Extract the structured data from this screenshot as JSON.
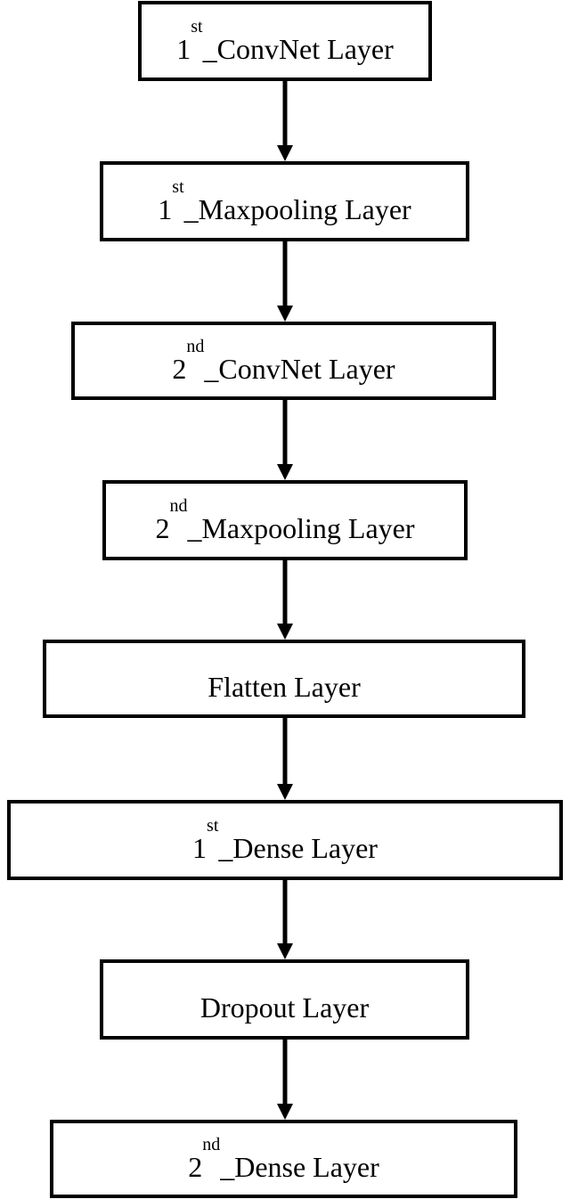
{
  "nodes": [
    {
      "id": "n1",
      "prefix": "1",
      "sup": "st",
      "label": "_ConvNet Layer"
    },
    {
      "id": "n2",
      "prefix": "1",
      "sup": "st",
      "label": "_Maxpooling Layer"
    },
    {
      "id": "n3",
      "prefix": "2",
      "sup": "nd",
      "label": "_ConvNet Layer"
    },
    {
      "id": "n4",
      "prefix": "2",
      "sup": "nd",
      "label": "_Maxpooling Layer"
    },
    {
      "id": "n5",
      "prefix": "",
      "sup": "",
      "label": "Flatten Layer"
    },
    {
      "id": "n6",
      "prefix": "1",
      "sup": "st",
      "label": "_Dense Layer"
    },
    {
      "id": "n7",
      "prefix": "",
      "sup": "",
      "label": "Dropout Layer"
    },
    {
      "id": "n8",
      "prefix": "2",
      "sup": "nd",
      "label": "_Dense Layer"
    }
  ],
  "edges": [
    {
      "from": "n1",
      "to": "n2"
    },
    {
      "from": "n2",
      "to": "n3"
    },
    {
      "from": "n3",
      "to": "n4"
    },
    {
      "from": "n4",
      "to": "n5"
    },
    {
      "from": "n5",
      "to": "n6"
    },
    {
      "from": "n6",
      "to": "n7"
    },
    {
      "from": "n7",
      "to": "n8"
    }
  ]
}
